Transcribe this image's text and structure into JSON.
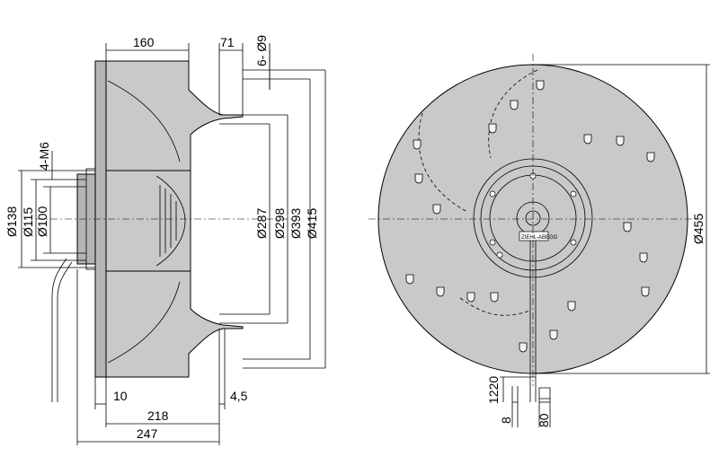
{
  "side_view": {
    "dims": {
      "d160": "160",
      "d71": "71",
      "holes": "6- Ø9",
      "threads": "4-M6",
      "d138": "Ø138",
      "d115": "Ø115",
      "d100": "Ø100",
      "d287": "Ø287",
      "d298": "Ø298",
      "d393": "Ø393",
      "d415": "Ø415",
      "d10": "10",
      "d4_5": "4,5",
      "d218": "218",
      "d247": "247"
    }
  },
  "front_view": {
    "dims": {
      "d455": "Ø455",
      "d1220": "1220",
      "d8": "8",
      "d80": "80"
    },
    "label_plate": "ZIEHL-ABEGG"
  }
}
